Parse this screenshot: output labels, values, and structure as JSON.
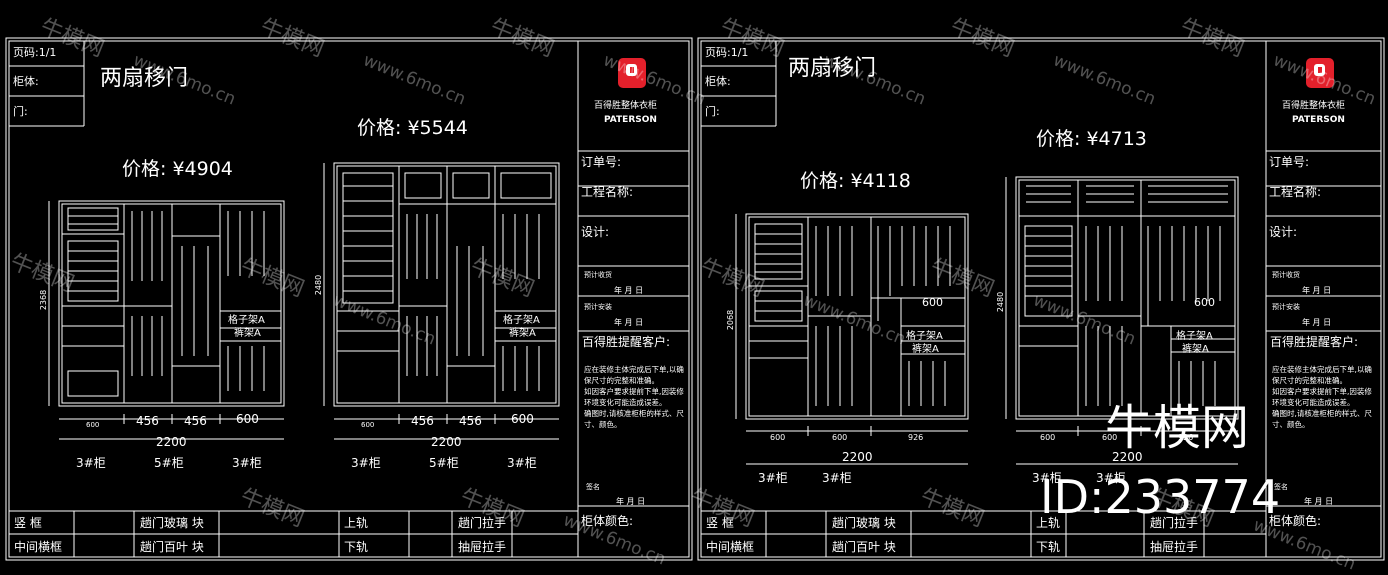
{
  "sheets": [
    {
      "header": {
        "page": "页码:1/1",
        "cabinet": "柜体:",
        "door": "门:"
      },
      "title": "两扇移门",
      "logo": {
        "cn": "百得胜整体衣柜",
        "en": "PATERSON"
      },
      "right_fields": {
        "order": "订单号:",
        "project": "工程名称:",
        "design": "设计:",
        "sign1": "预计收货",
        "date1": "年  月  日",
        "sign2": "预计安装",
        "date2": "年  月  日",
        "remind": "百得胜提醒客户:",
        "notes": [
          "应在装修主体完成后下单,以确保尺寸的完整和准确。",
          "如因客户要求提前下单,因装修环境变化可能造成误差。",
          "确图时,请核准柜柜的样式、尺寸、颜色。"
        ],
        "sign3": "签名",
        "date3": "年  月  日",
        "color": "柜体颜色:"
      },
      "bottom": [
        "竖    框",
        "趟门玻璃   块",
        "上轨",
        "趟门拉手",
        "中间横框",
        "趟门百叶   块",
        "下轨",
        "抽屉拉手"
      ],
      "designs": [
        {
          "price": "价格: ¥4904",
          "height": "2368",
          "dims": [
            "600",
            "456",
            "456",
            "600"
          ],
          "total": "2200",
          "labels": [
            "3#柜",
            "5#柜",
            "3#柜"
          ],
          "shelf": [
            "格子架A",
            "裤架A"
          ]
        },
        {
          "price": "价格: ¥5544",
          "height": "2480",
          "dims": [
            "600",
            "456",
            "456",
            "600"
          ],
          "total": "2200",
          "labels": [
            "3#柜",
            "5#柜",
            "3#柜"
          ],
          "shelf": [
            "格子架A",
            "裤架A"
          ]
        }
      ]
    },
    {
      "header": {
        "page": "页码:1/1",
        "cabinet": "柜体:",
        "door": "门:"
      },
      "title": "两扇移门",
      "logo": {
        "cn": "百得胜整体衣柜",
        "en": "PATERSON"
      },
      "right_fields": {
        "order": "订单号:",
        "project": "工程名称:",
        "design": "设计:",
        "sign1": "预计收货",
        "date1": "年  月  日",
        "sign2": "预计安装",
        "date2": "年  月  日",
        "remind": "百得胜提醒客户:",
        "notes": [
          "应在装修主体完成后下单,以确保尺寸的完整和准确。",
          "如因客户要求提前下单,因装修环境变化可能造成误差。",
          "确图时,请核准柜柜的样式、尺寸、颜色。"
        ],
        "sign3": "签名",
        "date3": "年  月  日",
        "color": "柜体颜色:"
      },
      "bottom": [
        "竖    框",
        "趟门玻璃   块",
        "上轨",
        "趟门拉手",
        "中间横框",
        "趟门百叶   块",
        "下轨",
        "抽屉拉手"
      ],
      "designs": [
        {
          "price": "价格: ¥4118",
          "height": "2068",
          "dims": [
            "600",
            "600",
            "926"
          ],
          "total": "2200",
          "labels": [
            "3#柜",
            "3#柜"
          ],
          "shelf": [
            "格子架A",
            "裤架A"
          ],
          "inner": "600"
        },
        {
          "price": "价格: ¥4713",
          "height": "2480",
          "dims": [
            "600",
            "600",
            "926"
          ],
          "total": "2200",
          "labels": [
            "3#柜",
            "3#柜"
          ],
          "shelf": [
            "格子架A",
            "裤架A"
          ],
          "inner": "600"
        }
      ]
    }
  ],
  "watermark": {
    "brand": "牛模网",
    "site": "www.6mo.cn",
    "id": "ID:233774"
  }
}
